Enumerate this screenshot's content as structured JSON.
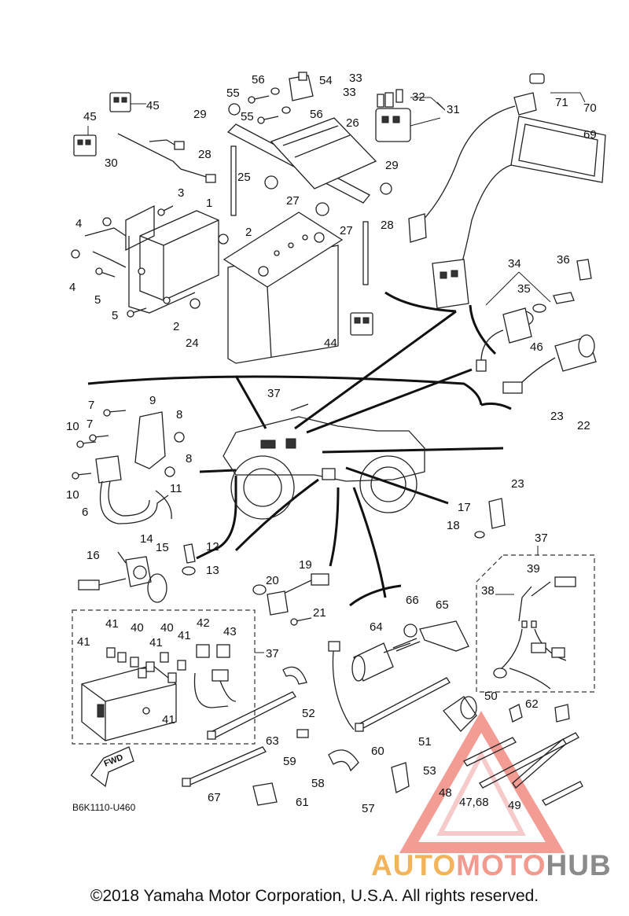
{
  "diagram": {
    "part_code": "B6K1110-U460",
    "fwd_label": "FWD",
    "copyright": "©2018 Yamaha Motor Corporation, U.S.A. All rights reserved.",
    "watermark": {
      "part1": "AUTO",
      "part2": "MOTO",
      "part3": "HUB",
      "color_orange": "#f3b35a",
      "color_red": "#e84c3d",
      "color_gray": "#8a8a8a"
    },
    "callouts": {
      "c1": "1",
      "c2a": "2",
      "c2b": "2",
      "c3": "3",
      "c4a": "4",
      "c4b": "4",
      "c5a": "5",
      "c5b": "5",
      "c6": "6",
      "c7a": "7",
      "c7b": "7",
      "c8a": "8",
      "c8b": "8",
      "c9": "9",
      "c10a": "10",
      "c10b": "10",
      "c11": "11",
      "c12": "12",
      "c13": "13",
      "c14": "14",
      "c15": "15",
      "c16": "16",
      "c17": "17",
      "c18": "18",
      "c19": "19",
      "c20": "20",
      "c21": "21",
      "c22": "22",
      "c23a": "23",
      "c23b": "23",
      "c24": "24",
      "c25": "25",
      "c26": "26",
      "c27a": "27",
      "c27b": "27",
      "c28a": "28",
      "c28b": "28",
      "c29a": "29",
      "c29b": "29",
      "c30": "30",
      "c31": "31",
      "c32": "32",
      "c33a": "33",
      "c33b": "33",
      "c34": "34",
      "c35": "35",
      "c36": "36",
      "c37a": "37",
      "c37b": "37",
      "c37c": "37",
      "c38": "38",
      "c39": "39",
      "c40a": "40",
      "c40b": "40",
      "c41a": "41",
      "c41b": "41",
      "c41c": "41",
      "c41d": "41",
      "c42": "42",
      "c43": "43",
      "c44": "44",
      "c45a": "45",
      "c45b": "45",
      "c46": "46",
      "c47": "47,68",
      "c48": "48",
      "c49": "49",
      "c50": "50",
      "c51": "51",
      "c52": "52",
      "c53": "53",
      "c54": "54",
      "c55a": "55",
      "c55b": "55",
      "c56a": "56",
      "c56b": "56",
      "c57": "57",
      "c58": "58",
      "c59": "59",
      "c60": "60",
      "c61": "61",
      "c62": "62",
      "c63": "63",
      "c64": "64",
      "c65": "65",
      "c66": "66",
      "c67": "67",
      "c69": "69",
      "c70": "70",
      "c71": "71"
    }
  }
}
